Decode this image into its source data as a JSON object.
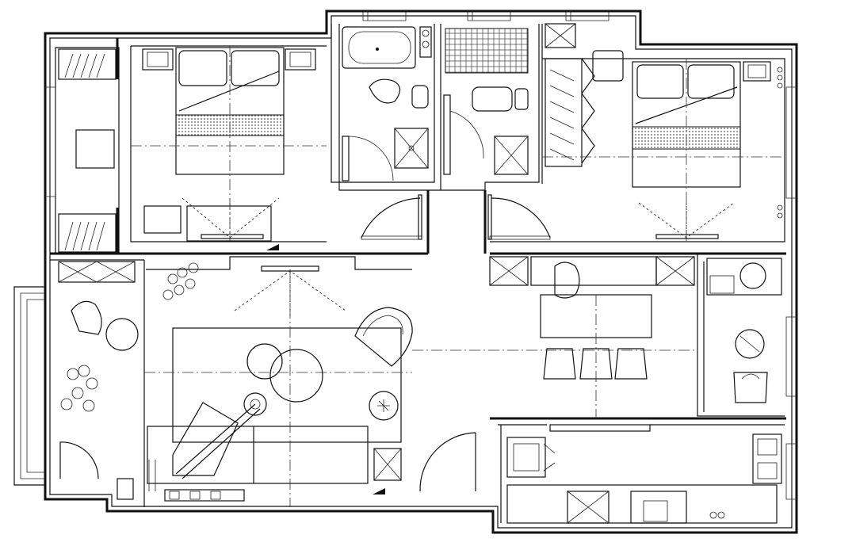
{
  "drawing": {
    "type": "architectural floor plan",
    "style": "black line drawing on white",
    "colors": {
      "line": "#111111",
      "background": "#ffffff"
    },
    "rooms": [
      "bedroom-left",
      "bedroom-right",
      "bathroom-left",
      "bathroom-right",
      "living-room",
      "dining-area",
      "kitchen",
      "balcony",
      "wardrobe",
      "utility-corner"
    ],
    "text_labels": []
  }
}
